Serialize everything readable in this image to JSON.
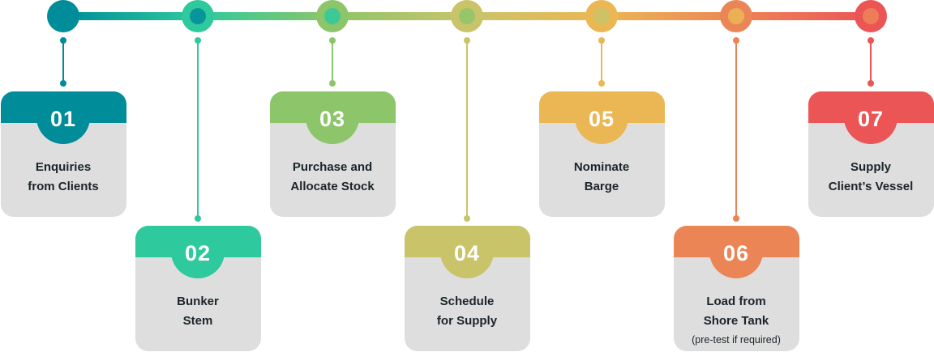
{
  "steps": [
    {
      "number": "01",
      "title_lines": [
        "Enquiries",
        "from Clients"
      ],
      "color": "#008c99"
    },
    {
      "number": "02",
      "title_lines": [
        "Bunker",
        "Stem"
      ],
      "color": "#2ec99d"
    },
    {
      "number": "03",
      "title_lines": [
        "Purchase and",
        "Allocate Stock"
      ],
      "color": "#8dc56a"
    },
    {
      "number": "04",
      "title_lines": [
        "Schedule",
        "for Supply"
      ],
      "color": "#c9c46a"
    },
    {
      "number": "05",
      "title_lines": [
        "Nominate",
        "Barge"
      ],
      "color": "#ebb755"
    },
    {
      "number": "06",
      "title_lines": [
        "Load from",
        "Shore Tank"
      ],
      "subtitle": "(pre-test if required)",
      "color": "#ec8556"
    },
    {
      "number": "07",
      "title_lines": [
        "Supply",
        "Client’s Vessel"
      ],
      "color": "#eb5556"
    }
  ]
}
